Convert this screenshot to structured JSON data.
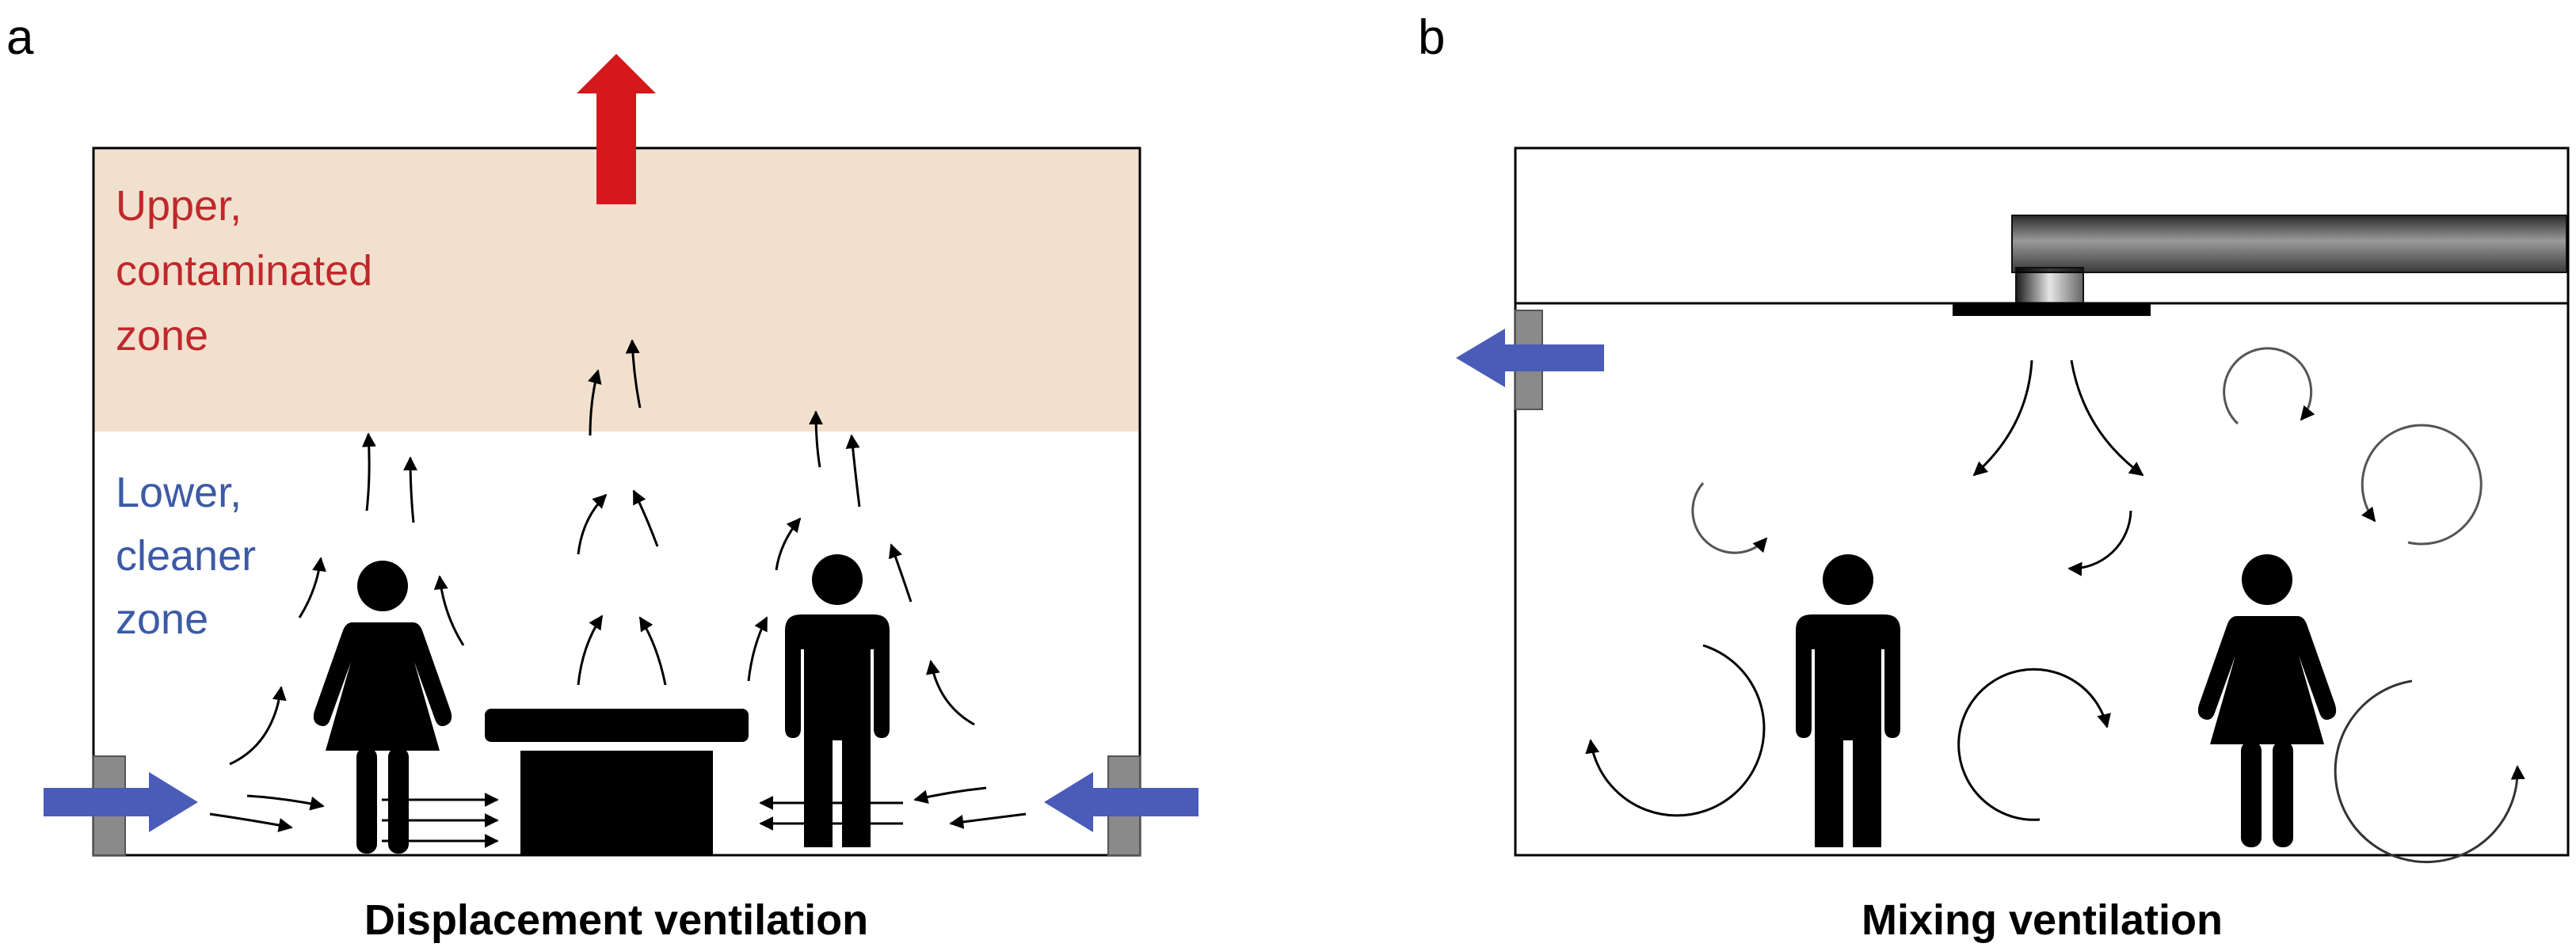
{
  "panels": [
    {
      "letter": "a",
      "caption": "Displacement ventilation",
      "upper_zone_lines": [
        "Upper,",
        "contaminated",
        "zone"
      ],
      "lower_zone_lines": [
        "Lower,",
        "cleaner",
        "zone"
      ]
    },
    {
      "letter": "b",
      "caption": "Mixing ventilation"
    }
  ],
  "colors": {
    "upper_zone_fill": "#f2e0ce",
    "upper_zone_text": "#c0282b",
    "lower_zone_text": "#3c5aa6",
    "supply_arrow": "#4a5cb8",
    "exhaust_arrow": "#d4181c",
    "vent": "#8a8a8a",
    "figure": "#000000"
  },
  "icons": {
    "person_female": "woman-icon",
    "person_male": "man-icon",
    "operating_table": "table-icon",
    "ceiling_diffuser": "diffuser-icon"
  }
}
